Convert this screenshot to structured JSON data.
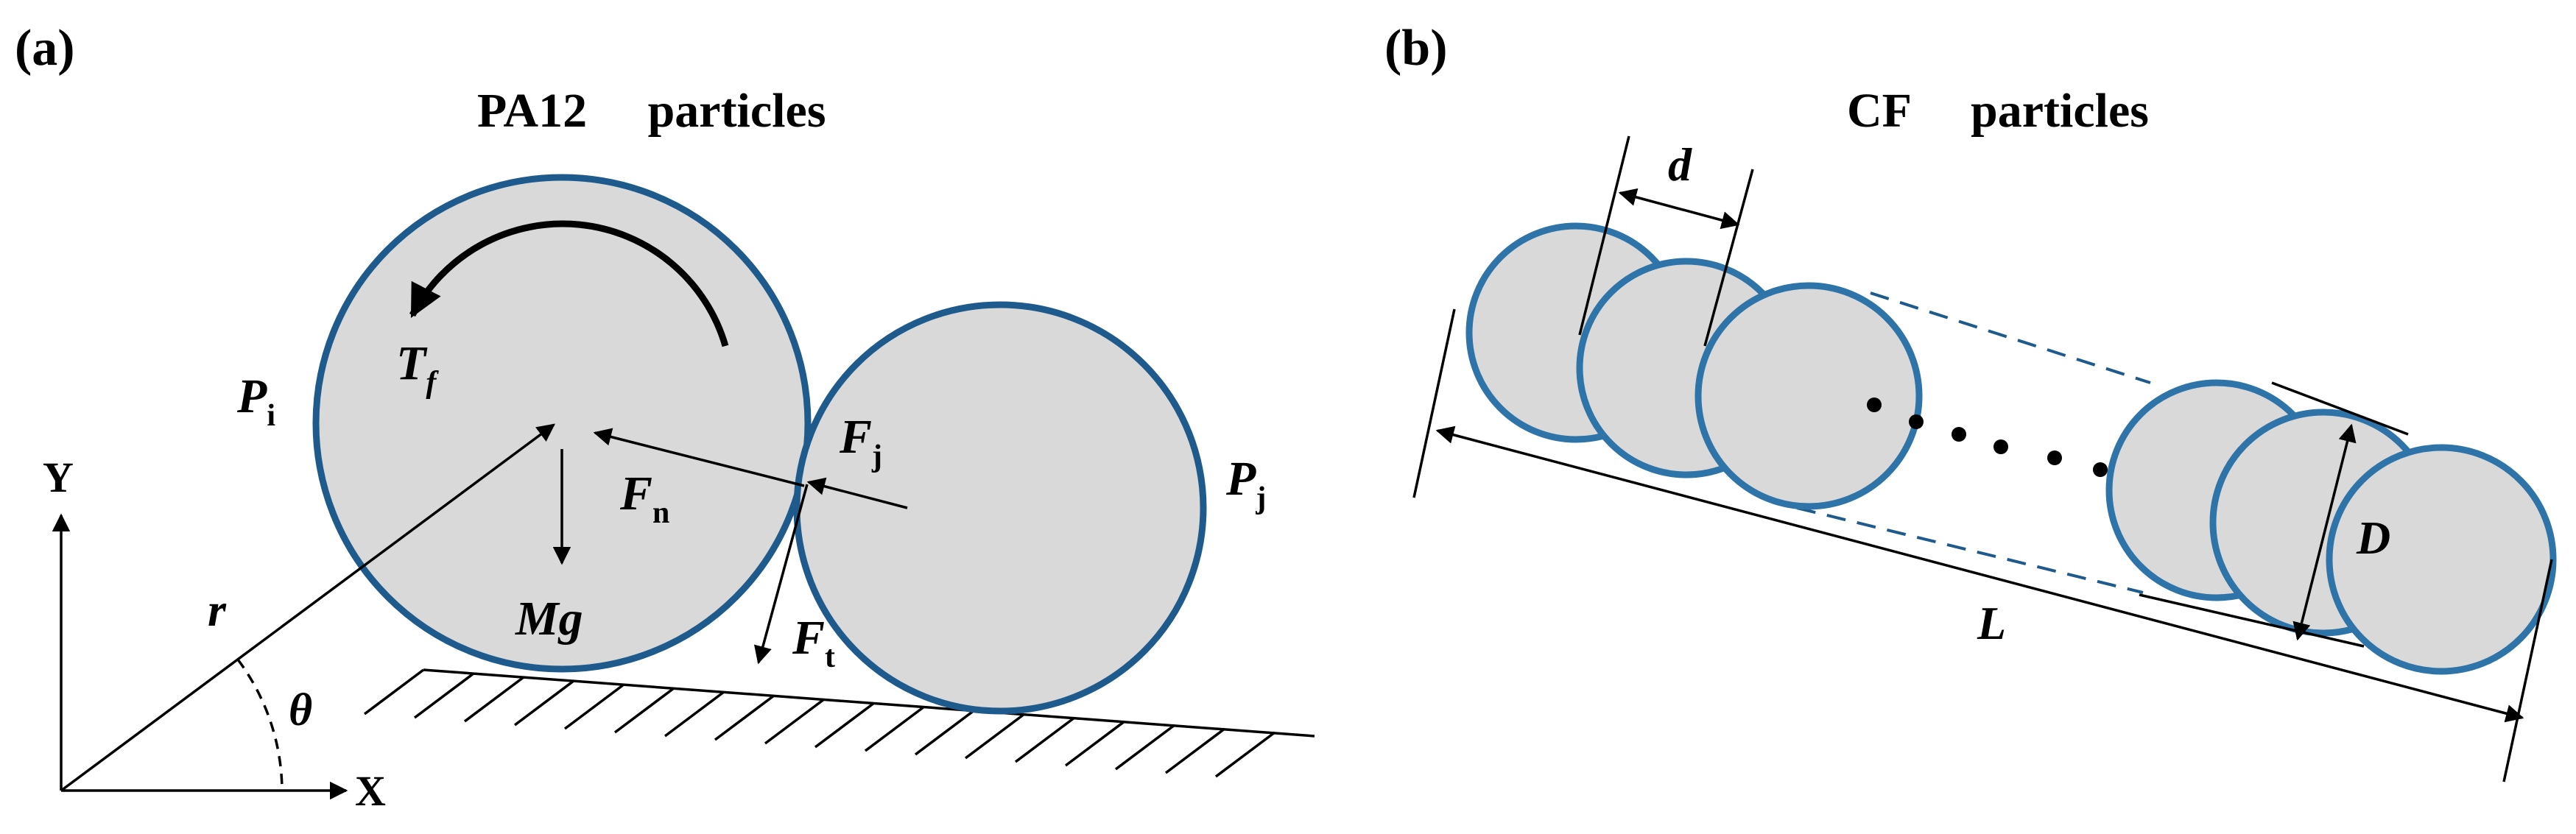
{
  "panel_a": {
    "tag": "(a)",
    "title": "PA12     particles",
    "labels": {
      "Y": "Y",
      "X": "X",
      "r": "r",
      "theta": "θ",
      "Tf_main": "T",
      "Tf_sub": "f",
      "Pi_main": "P",
      "Pi_sub": "i",
      "Pj_main": "P",
      "Pj_sub": "j",
      "Fj_main": "F",
      "Fj_sub": "j",
      "Fn_main": "F",
      "Fn_sub": "n",
      "Ft_main": "F",
      "Ft_sub": "t",
      "Mg": "Mg"
    }
  },
  "panel_b": {
    "tag": "(b)",
    "title": "CF     particles",
    "labels": {
      "d": "d",
      "D": "D",
      "L": "L"
    }
  },
  "colors": {
    "particle_fill": "#d9d9d9",
    "particle_stroke": "#1f5a8c",
    "dashed_line": "#1f5a8c"
  }
}
